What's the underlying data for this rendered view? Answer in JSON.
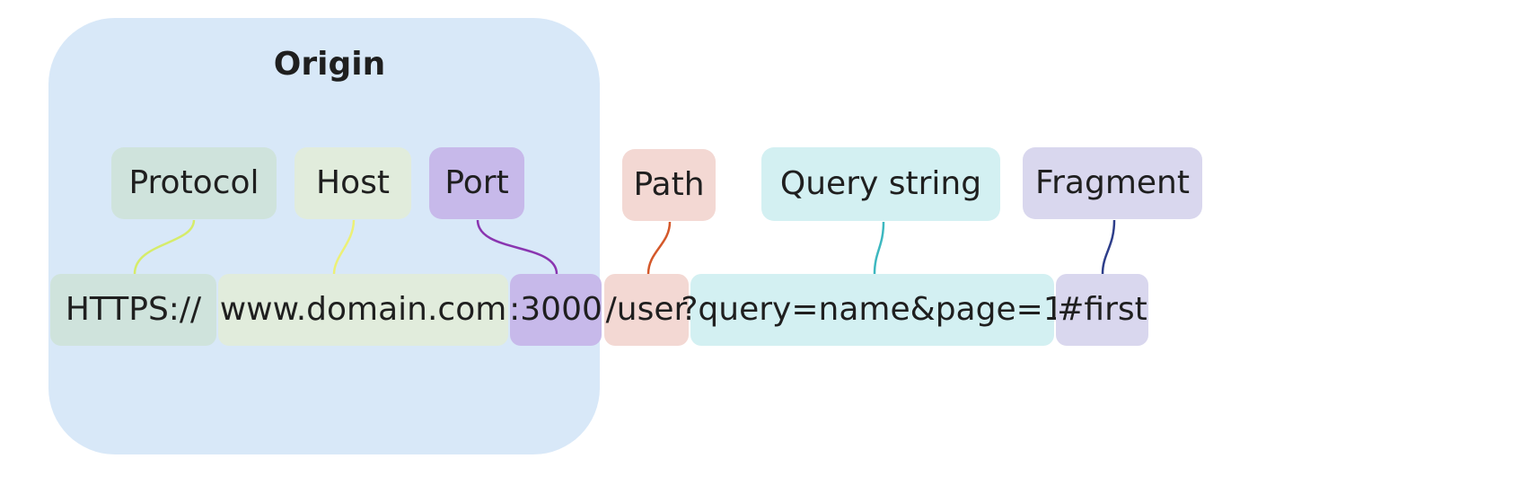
{
  "origin": {
    "title": "Origin"
  },
  "labels": {
    "protocol": "Protocol",
    "host": "Host",
    "port": "Port",
    "path": "Path",
    "query": "Query string",
    "fragment": "Fragment"
  },
  "url_parts": {
    "protocol": "HTTPS://",
    "host": "www.domain.com",
    "port": ":3000",
    "path": "/user",
    "query": "?query=name&page=1",
    "fragment": "#first"
  },
  "colors": {
    "origin_background": "#d8e8f8",
    "protocol": "#cfe3dc",
    "host": "#e1ecdc",
    "port": "#c7b9ea",
    "path": "#f3d8d3",
    "query": "#d3f0f2",
    "fragment": "#d9d7ee",
    "protocol_line": "#d6ec6a",
    "host_line": "#ecf077",
    "port_line": "#8a35b0",
    "path_line": "#d4582a",
    "query_line": "#3db8c0",
    "fragment_line": "#2e3e8a"
  }
}
